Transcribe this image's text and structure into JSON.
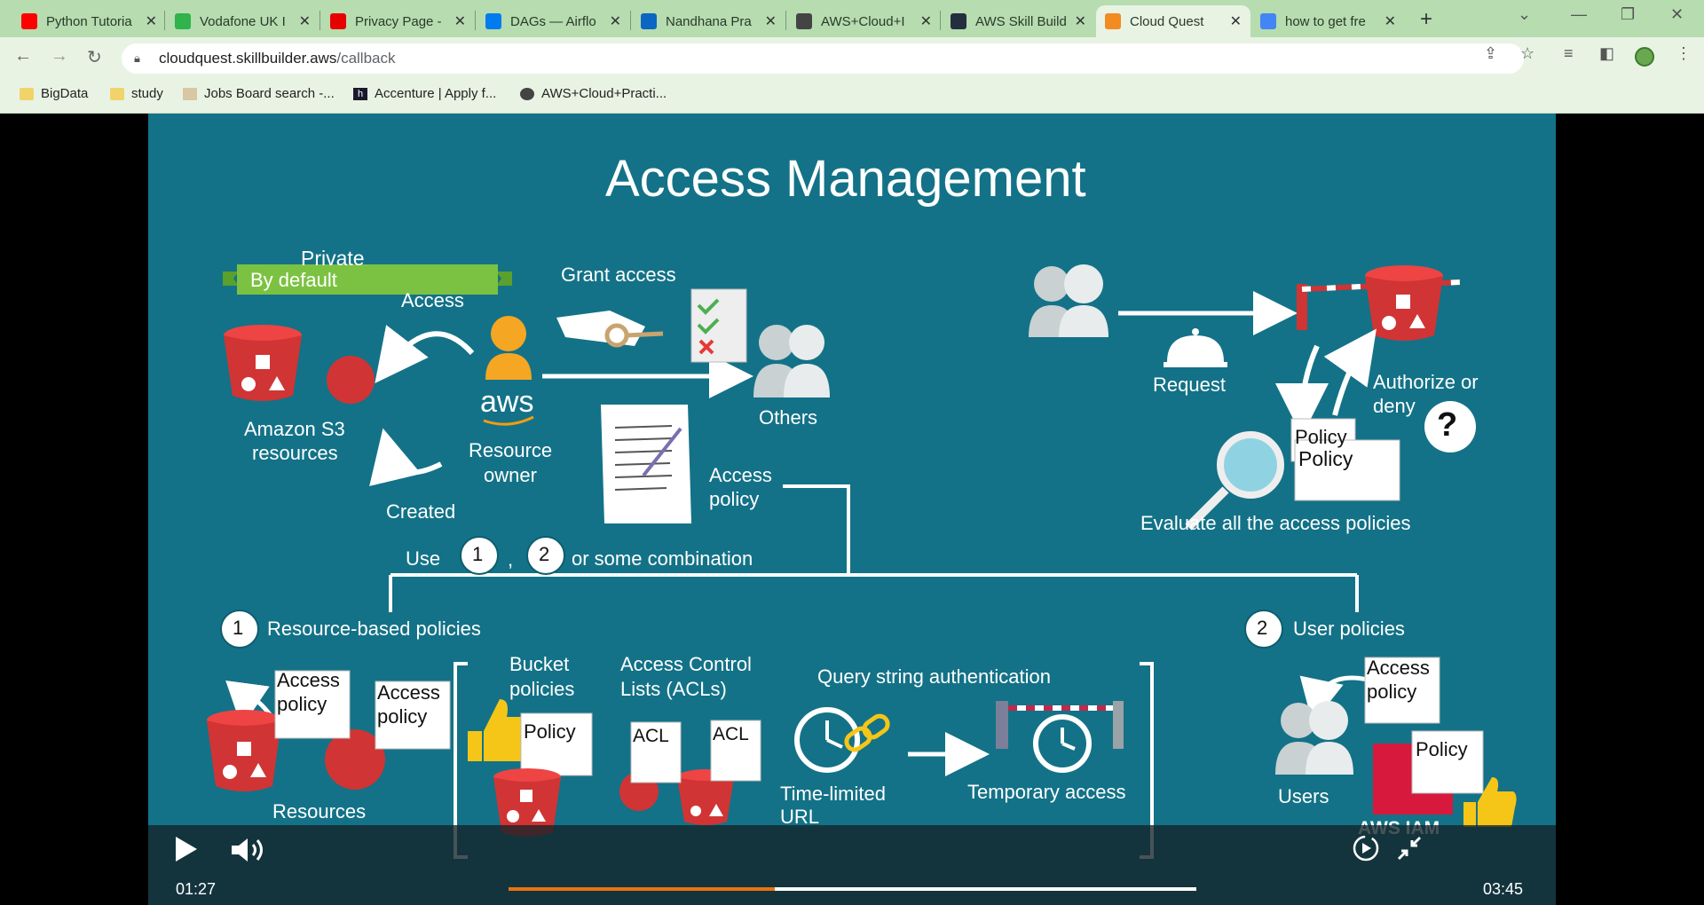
{
  "browser": {
    "tabs": [
      {
        "title": "Python Tutoria",
        "favicon": "youtube-icon",
        "color": "#ff0000"
      },
      {
        "title": "Vodafone UK I",
        "favicon": "vodafone-tree-icon",
        "color": "#2fb34a"
      },
      {
        "title": "Privacy Page -",
        "favicon": "vodafone-icon",
        "color": "#e60000"
      },
      {
        "title": "DAGs — Airflo",
        "favicon": "airflow-icon",
        "color": "#017cee"
      },
      {
        "title": "Nandhana Pra",
        "favicon": "linkedin-icon",
        "color": "#0a66c2"
      },
      {
        "title": "AWS+Cloud+I",
        "favicon": "globe-icon",
        "color": "#444444"
      },
      {
        "title": "AWS Skill Build",
        "favicon": "aws-icon",
        "color": "#232f3e"
      },
      {
        "title": "Cloud Quest",
        "favicon": "cloudquest-icon",
        "color": "#f28b20",
        "active": true
      },
      {
        "title": "how to get fre",
        "favicon": "google-icon",
        "color": "#4285f4"
      }
    ],
    "url": {
      "host": "cloudquest.skillbuilder.aws",
      "path": "/callback"
    },
    "bookmarks": [
      {
        "label": "BigData",
        "icon": "folder-icon"
      },
      {
        "label": "study",
        "icon": "folder-icon"
      },
      {
        "label": "Jobs Board search -...",
        "icon": "jobs-icon"
      },
      {
        "label": "Accenture | Apply f...",
        "icon": "accenture-icon"
      },
      {
        "label": "AWS+Cloud+Practi...",
        "icon": "globe-icon"
      }
    ]
  },
  "slide": {
    "title": "Access Management",
    "private_label": "Private",
    "default_banner": "By default",
    "access_label": "Access",
    "created_label": "Created",
    "s3_label_1": "Amazon S3",
    "s3_label_2": "resources",
    "aws_logo": "aws",
    "owner_label_1": "Resource",
    "owner_label_2": "owner",
    "grant_label": "Grant access",
    "others_label": "Others",
    "access_policy_1": "Access",
    "access_policy_2": "policy",
    "request_label": "Request",
    "authorize_1": "Authorize or",
    "authorize_2": "deny",
    "question_mark": "?",
    "policy_back": "Policy",
    "policy_front": "Policy",
    "evaluate_label": "Evaluate all the access policies",
    "use_label": "Use",
    "comma": ",",
    "combination_label": "or  some combination",
    "badge_1": "1",
    "badge_2": "2",
    "resource_based": "Resource-based policies",
    "user_policies": "User policies",
    "doc_access": "Access",
    "doc_policy": "policy",
    "resources_label": "Resources",
    "bucket_policies_1": "Bucket",
    "bucket_policies_2": "policies",
    "policy_doc": "Policy",
    "acl_title_1": "Access Control",
    "acl_title_2": "Lists (ACLs)",
    "acl": "ACL",
    "query_string": "Query string authentication",
    "time_limited_1": "Time-limited",
    "time_limited_2": "URL",
    "temporary_access": "Temporary access",
    "users_label": "Users",
    "aws_iam": "AWS IAM"
  },
  "player": {
    "current_time": "01:27",
    "duration": "03:45",
    "progress_fraction": 0.387,
    "accent": "#ec7211"
  }
}
